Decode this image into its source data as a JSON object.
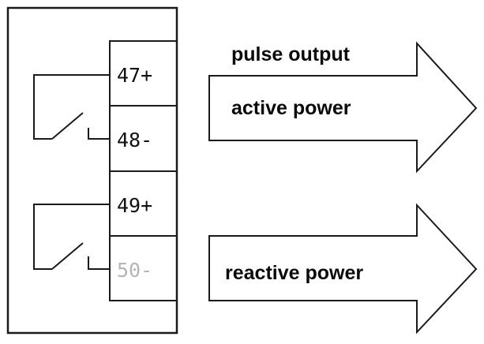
{
  "terminals": [
    {
      "label": "47+",
      "faded": false
    },
    {
      "label": "48-",
      "faded": false
    },
    {
      "label": "49+",
      "faded": false
    },
    {
      "label": "50-",
      "faded": true
    }
  ],
  "arrows": [
    {
      "header": "pulse output",
      "label": "active power"
    },
    {
      "header": "",
      "label": "reactive power"
    }
  ],
  "colors": {
    "stroke": "#1a1a1a",
    "background": "#ffffff",
    "faded_text": "#b5b5b5"
  }
}
